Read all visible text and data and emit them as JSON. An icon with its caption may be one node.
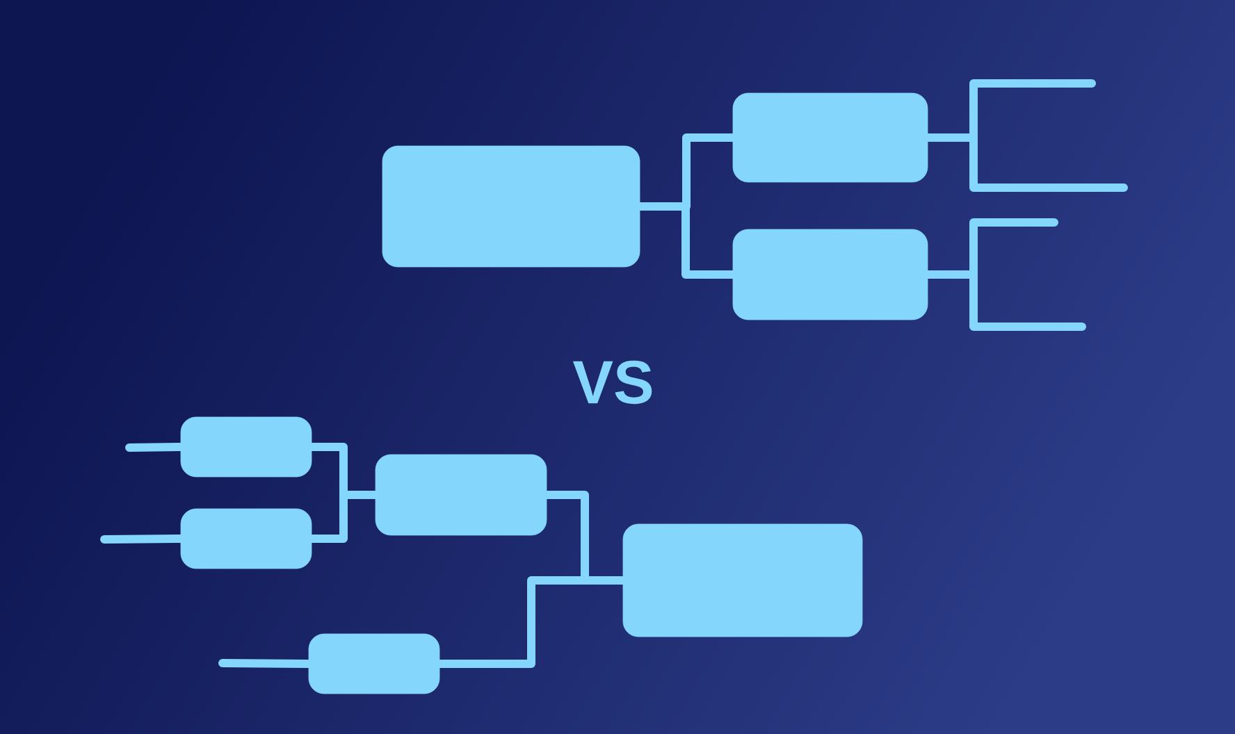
{
  "diagram": {
    "nodes": [
      {
        "text": [],
        "shape": "box"
      },
      {
        "text": [],
        "shape": "box"
      },
      {
        "text": [],
        "shape": "box"
      },
      {
        "text": [],
        "shape": "box"
      },
      {
        "text": [],
        "shape": "box"
      },
      {
        "text": [],
        "shape": "box"
      },
      {
        "text": [],
        "shape": "box"
      },
      {
        "text": [],
        "shape": "box"
      }
    ],
    "edges": [
      {
        "from": 0,
        "to": 1,
        "arrow": "none"
      },
      {
        "from": 0,
        "to": 2,
        "arrow": "none"
      },
      {
        "from": 1,
        "to": null,
        "arrow": "none"
      },
      {
        "from": 1,
        "to": null,
        "arrow": "none"
      },
      {
        "from": 2,
        "to": null,
        "arrow": "none"
      },
      {
        "from": 2,
        "to": null,
        "arrow": "none"
      },
      {
        "from": null,
        "to": 3,
        "arrow": "none"
      },
      {
        "from": null,
        "to": 4,
        "arrow": "none"
      },
      {
        "from": 3,
        "to": 5,
        "arrow": "none"
      },
      {
        "from": 4,
        "to": 5,
        "arrow": "none"
      },
      {
        "from": 5,
        "to": 6,
        "arrow": "none"
      },
      {
        "from": null,
        "to": 7,
        "arrow": "none"
      },
      {
        "from": 7,
        "to": 6,
        "arrow": "none"
      }
    ],
    "labels": [
      "VS"
    ]
  }
}
